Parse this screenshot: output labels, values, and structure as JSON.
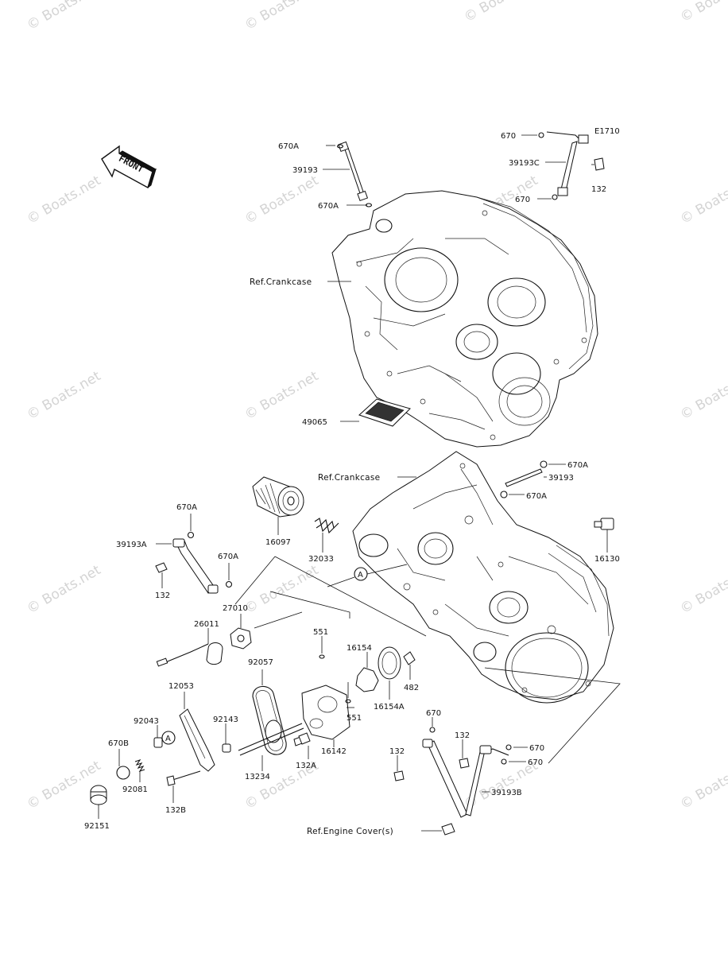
{
  "watermark": "© Boats.net",
  "front_label": "FRONT",
  "callout_letter": "A",
  "labels": {
    "l670A_top": "670A",
    "l39193_top": "39193",
    "l670A_top2": "670A",
    "l670_tr": "670",
    "lE1710": "E1710",
    "l39193C": "39193C",
    "l132_tr": "132",
    "l670_tr2": "670",
    "refCrankUpper": "Ref.Crankcase",
    "l49065": "49065",
    "refCrankLower": "Ref.Crankcase",
    "l670A_r1": "670A",
    "l39193_r": "39193",
    "l670A_r2": "670A",
    "l16130": "16130",
    "l670A_left": "670A",
    "l39193A": "39193A",
    "l132_left": "132",
    "l670A_left2": "670A",
    "l16097": "16097",
    "l32033": "32033",
    "l27010": "27010",
    "l26011": "26011",
    "l551_top": "551",
    "l16154": "16154",
    "l482": "482",
    "l16154A": "16154A",
    "l92057": "92057",
    "l12053": "12053",
    "l92043": "92043",
    "l92143": "92143",
    "l551_mid": "551",
    "l16142": "16142",
    "l132A": "132A",
    "l13234": "13234",
    "l670B": "670B",
    "l92081": "92081",
    "l132B": "132B",
    "l92151": "92151",
    "l670_b1": "670",
    "l132_b1": "132",
    "l132_b2": "132",
    "l670_b2": "670",
    "l670_b3": "670",
    "l39193B": "39193B",
    "refEngineCover": "Ref.Engine Cover(s)"
  }
}
